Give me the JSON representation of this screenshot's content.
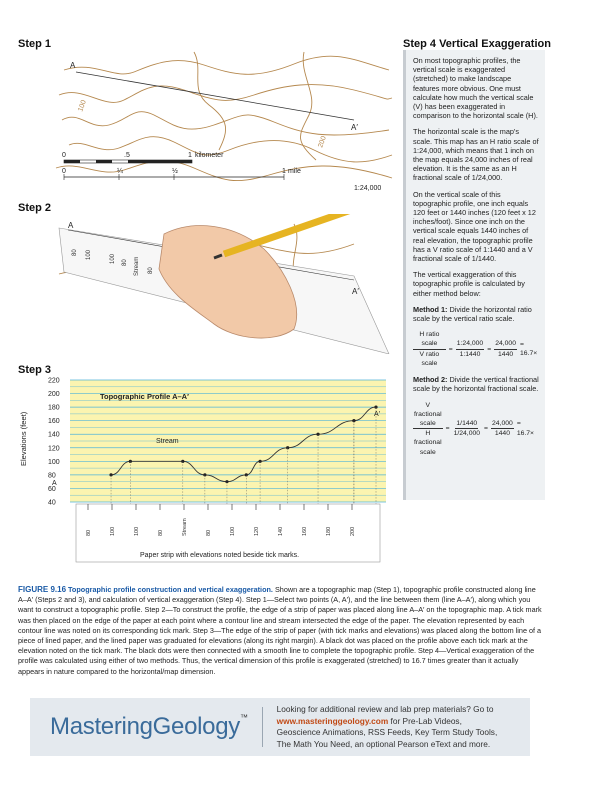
{
  "step1": {
    "title": "Step 1",
    "point_a": "A",
    "point_a_prime": "A′",
    "contour_label_1": "100",
    "contour_label_2": "200",
    "scale_ticks_km": [
      "0",
      ".5",
      "1"
    ],
    "scale_unit_km": "kilometer",
    "scale_ticks_mi": [
      "0",
      "¼",
      "½",
      "1"
    ],
    "scale_unit_mi": "mile",
    "ratio": "1:24,000"
  },
  "step2": {
    "title": "Step 2",
    "point_a": "A",
    "point_a_prime": "A′",
    "strip_ticks": [
      "80",
      "100",
      "100",
      "80",
      "Stream",
      "80"
    ]
  },
  "step3": {
    "title": "Step 3",
    "chart_title": "Topographic Profile A–A′",
    "ylabel": "Elevations (feet)",
    "stream_label": "Stream",
    "strip_caption": "Paper strip with elevations noted beside tick marks.",
    "point_a": "A",
    "point_a_prime": "A′",
    "strip_ticks": [
      "80",
      "100",
      "100",
      "80",
      "Stream",
      "80",
      "100",
      "120",
      "140",
      "160",
      "180",
      "200"
    ]
  },
  "chart_data": {
    "type": "line",
    "title": "Topographic Profile A–A′",
    "xlabel": "",
    "ylabel": "Elevations (feet)",
    "yticks": [
      220,
      200,
      180,
      160,
      140,
      120,
      100,
      80,
      60,
      40
    ],
    "ylim": [
      40,
      220
    ],
    "grid": true,
    "series": [
      {
        "x": [
          0.04,
          0.11,
          0.3,
          0.38,
          0.46,
          0.53,
          0.58,
          0.68,
          0.79,
          0.92
        ],
        "values": [
          80,
          100,
          100,
          80,
          70,
          80,
          100,
          120,
          140,
          160
        ]
      },
      {
        "x": [
          0.92,
          1.0
        ],
        "values": [
          160,
          180
        ]
      }
    ]
  },
  "step4": {
    "title": "Step 4  Vertical Exaggeration",
    "para1": "On most topographic profiles, the vertical scale is exaggerated (stretched) to make landscape features more obvious. One must calculate how much the vertical scale (V) has been exaggerated in comparison to the horizontal scale (H).",
    "para2": "The horizontal scale is the map's scale. This map has an H ratio scale of 1:24,000, which means that 1 inch on the map equals 24,000 inches of real elevation. It is the same as an H fractional scale of 1/24,000.",
    "para3": "On the vertical scale of this topographic profile, one inch equals 120 feet or 1440 inches (120 feet x 12 inches/foot). Since one inch on the vertical scale equals 1440 inches of real elevation, the topographic profile has a V ratio scale of 1:1440 and a V fractional scale of 1/1440.",
    "para4": "The vertical exaggeration of this topographic profile is calculated by either method below:",
    "method1_label": "Method 1:",
    "method1_text": " Divide the horizontal ratio scale by the vertical ratio scale.",
    "m1_lhs_num": "H ratio scale",
    "m1_lhs_den": "V ratio scale",
    "m1_mid_num": "1:24,000",
    "m1_mid_den": "1:1440",
    "m1_rhs_num": "24,000",
    "m1_rhs_den": "1440",
    "m1_result": "= 16.7×",
    "method2_label": "Method 2:",
    "method2_text": " Divide the vertical fractional scale by the horizontal fractional scale.",
    "m2_lhs_num": "V fractional scale",
    "m2_lhs_den": "H fractional scale",
    "m2_mid_num": "1/1440",
    "m2_mid_den": "1/24,000",
    "m2_rhs_num": "24,000",
    "m2_rhs_den": "1440",
    "m2_result": "= 16.7×"
  },
  "caption": {
    "figure_number": "FIGURE 9.16",
    "figure_title": "Topographic profile construction and vertical exaggeration.",
    "text": " Shown are a topographic map (Step 1), topographic profile constructed along line A–A′ (Steps 2 and 3), and calculation of vertical exaggeration (Step 4). Step 1—Select two points (A, A′), and the line between them (line A–A′), along which you want to construct a topographic profile. Step 2—To construct the profile, the edge of a strip of paper was placed along line A–A′ on the topographic map. A tick mark was then placed on the edge of the paper at each point where a contour line and stream intersected the edge of the paper. The elevation represented by each contour line was noted on its corresponding tick mark. Step 3—The edge of the strip of paper (with tick marks and elevations) was placed along the bottom line of a piece of lined paper, and the lined paper was graduated for elevations (along its right margin). A black dot was placed on the profile above each tick mark at the elevation noted on the tick mark. The black dots were then connected with a smooth line to complete the topographic profile. Step 4—Vertical exaggeration of the profile was calculated using either of two methods. Thus, the vertical dimension of this profile is exaggerated (stretched) to 16.7 times greater than it actually appears in nature compared to the horizontal/map dimension."
  },
  "banner": {
    "logo_text": "MasteringGeology",
    "logo_tm": "™",
    "line_intro": "Looking for additional review and lab prep materials? Go to ",
    "url": "www.masteringgeology.com",
    "line_rest": " for Pre-Lab Videos, Geoscience Animations, RSS Feeds, Key Term Study Tools, The Math You Need, an optional Pearson eText and more."
  },
  "colors": {
    "contour": "#b5884e",
    "chart_bg": "#fbf4b0",
    "chart_grid": "#4fb3d9",
    "accent_blue": "#1a5aa6",
    "url_orange": "#c14a16"
  }
}
